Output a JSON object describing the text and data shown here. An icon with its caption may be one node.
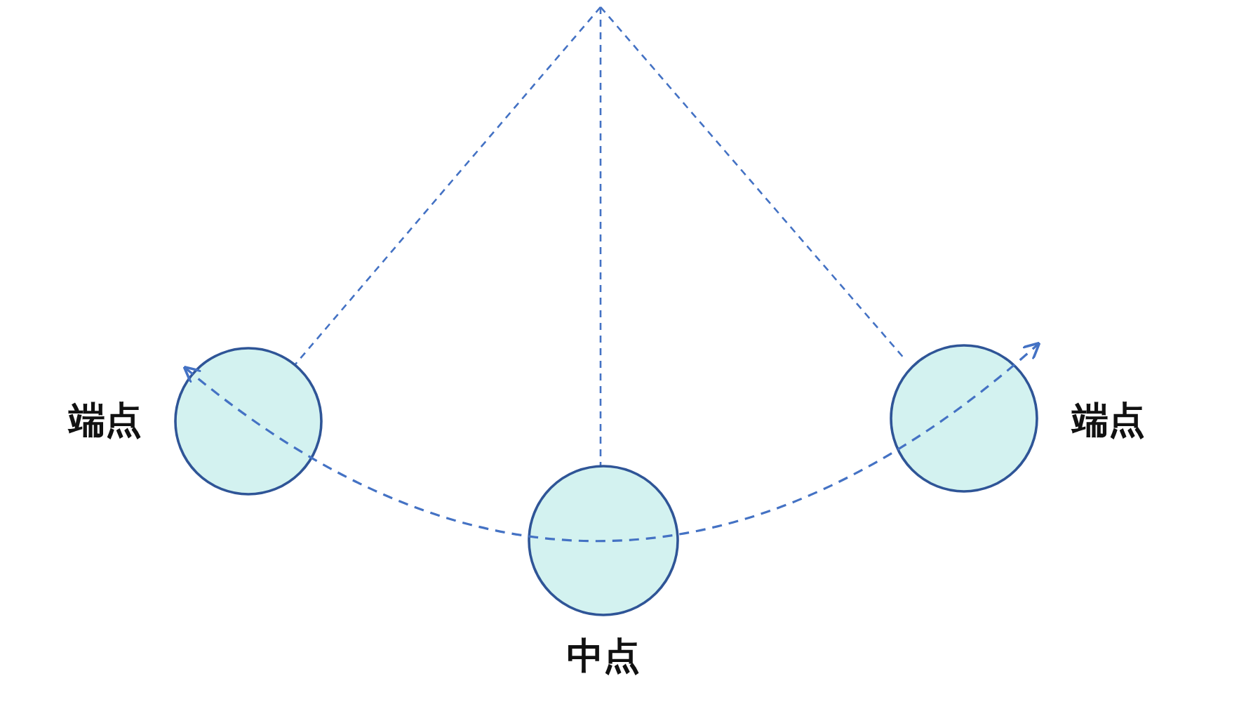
{
  "diagram": {
    "nodes": [
      {
        "text": [],
        "shape": "circle",
        "beside": [
          "端点"
        ]
      },
      {
        "text": [],
        "shape": "circle",
        "beside": [
          "中点"
        ]
      },
      {
        "text": [],
        "shape": "circle",
        "beside": [
          "端点"
        ]
      }
    ],
    "edges": [
      {
        "from": null,
        "to": 0,
        "arrow": "none",
        "style": "dashed"
      },
      {
        "from": null,
        "to": 1,
        "arrow": "none",
        "style": "dashed"
      },
      {
        "from": null,
        "to": 2,
        "arrow": "none",
        "style": "dashed"
      }
    ]
  }
}
